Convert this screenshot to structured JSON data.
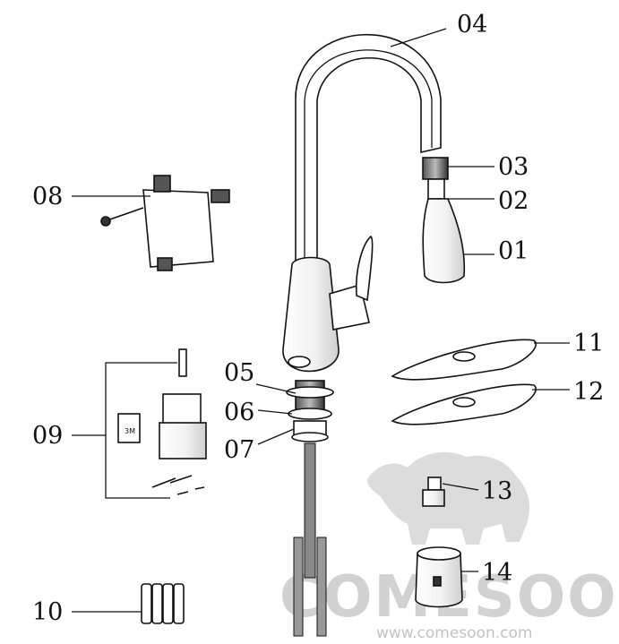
{
  "diagram": {
    "labels": {
      "p01": "01",
      "p02": "02",
      "p03": "03",
      "p04": "04",
      "p05": "05",
      "p06": "06",
      "p07": "07",
      "p08": "08",
      "p09": "09",
      "p10": "10",
      "p11": "11",
      "p12": "12",
      "p13": "13",
      "p14": "14"
    },
    "sticker_text": "3M"
  },
  "watermark": {
    "brand": "COMESOON",
    "url": "www.comesoon.com",
    "color": "#c9c9c9"
  }
}
